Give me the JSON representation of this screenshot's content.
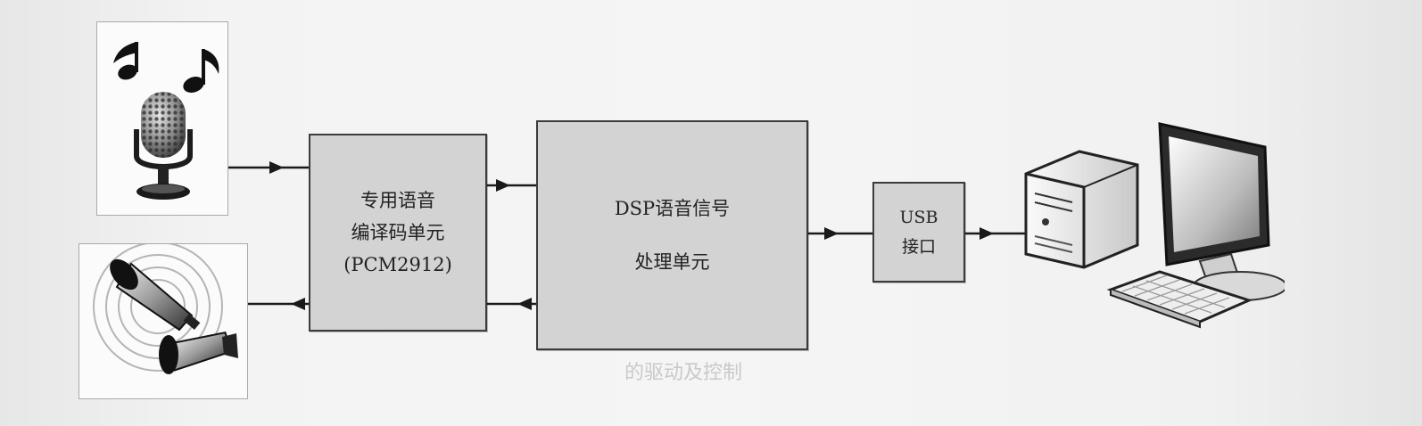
{
  "blocks": {
    "codec": {
      "line1": "专用语音",
      "line2": "编译码单元",
      "line3": "(PCM2912)"
    },
    "dsp": {
      "line1": "DSP语音信号",
      "line2": "处理单元"
    },
    "usb": {
      "line1": "USB",
      "line2": "接口"
    }
  },
  "devices": {
    "input_icon": "microphone-with-music-notes-icon",
    "output_icon": "megaphone-speaker-icon",
    "host_icon": "desktop-computer-icon"
  },
  "background_text": "的驱动及控制",
  "colors": {
    "block_fill": "#d3d3d3",
    "block_border": "#3b3b3b",
    "wire": "#1a1a1a",
    "paper": "#f3f3f3"
  }
}
